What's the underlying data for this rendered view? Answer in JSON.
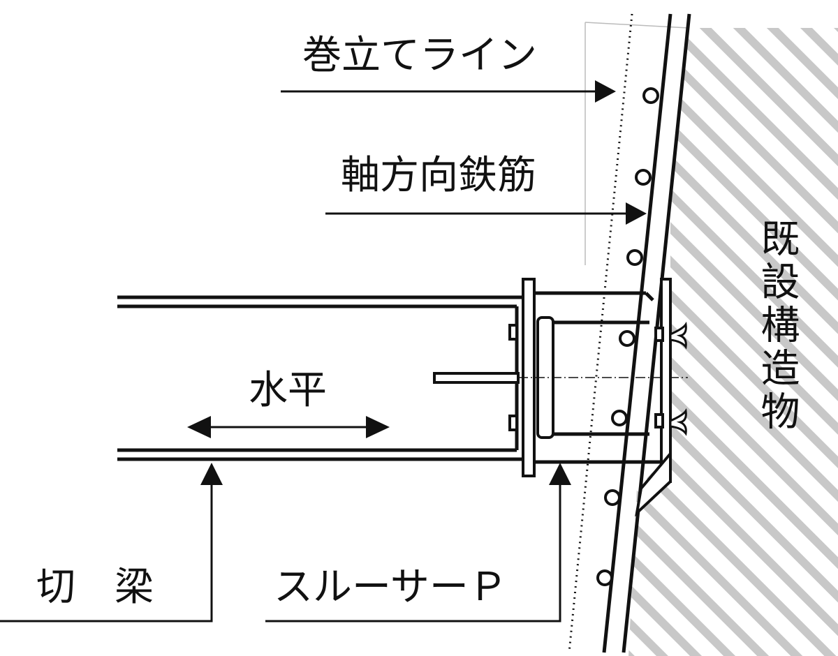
{
  "labels": {
    "makitate_line": "巻立てライン",
    "axial_rebar": "軸方向鉄筋",
    "existing_structure": "既設構造物",
    "horizontal": "水平",
    "kiribari": "切　梁",
    "slusa_p": "スルーサーＰ"
  },
  "colors": {
    "ink": "#111111",
    "hatch": "#c8c8c8",
    "background": "#ffffff"
  }
}
